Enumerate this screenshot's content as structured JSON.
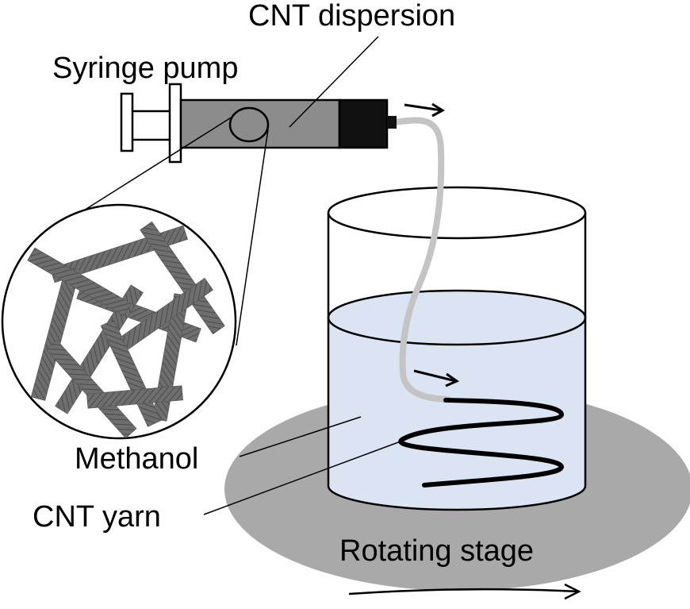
{
  "labels": {
    "cnt_dispersion": "CNT dispersion",
    "syringe_pump": "Syringe pump",
    "methanol": "Methanol",
    "cnt_yarn": "CNT yarn",
    "rotating_stage": "Rotating stage"
  },
  "colors": {
    "barrel": "#8c8c8c",
    "plunger": "#111111",
    "tube": "#c4c4c4",
    "liquid": "#dbe4f3",
    "stage": "#a9a9a9",
    "cnt_rod": "#6a6a6a",
    "yarn": "#000000"
  }
}
